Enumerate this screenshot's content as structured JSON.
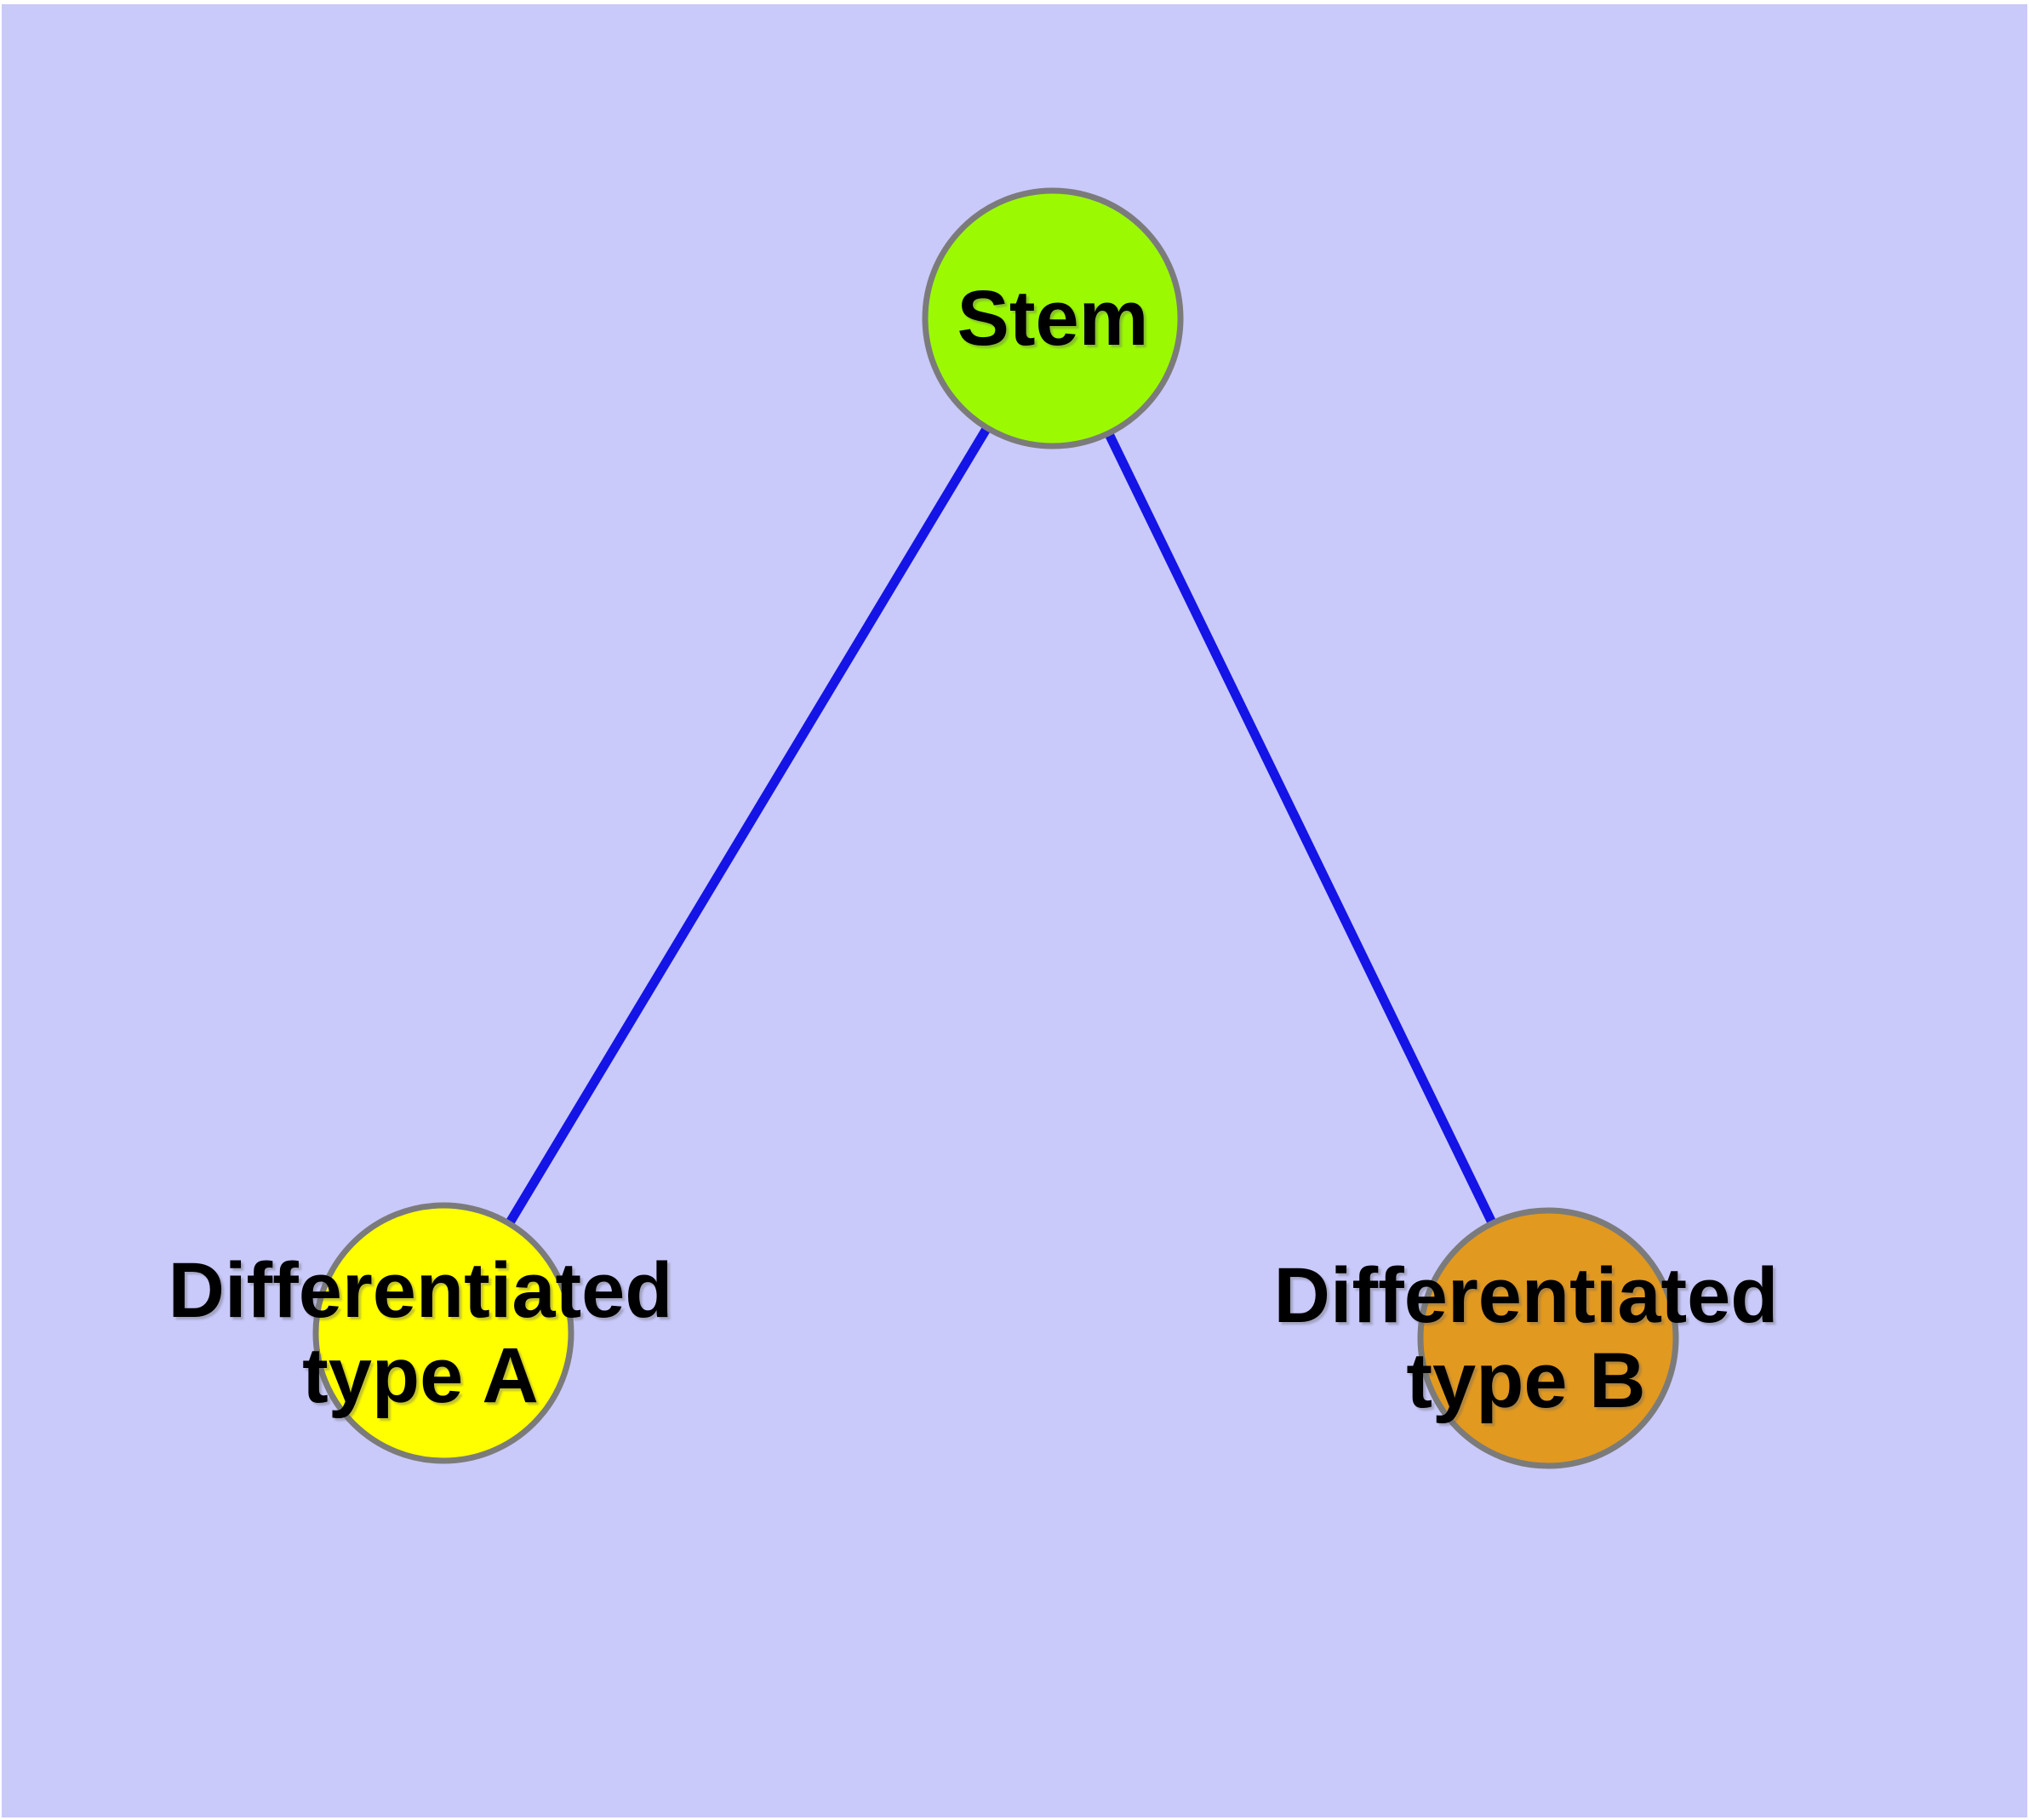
{
  "canvas": {
    "background_color": "#c9c9fa",
    "frame_color": "#ffffff"
  },
  "graph": {
    "nodes": [
      {
        "id": "stem",
        "label_lines": [
          "Stem"
        ],
        "fill": "#9bfa02",
        "border": "#7b7b7b"
      },
      {
        "id": "differentiated-type-a",
        "label_lines": [
          "Differentiated",
          "type A"
        ],
        "fill": "#ffff00",
        "border": "#7b7b7b"
      },
      {
        "id": "differentiated-type-b",
        "label_lines": [
          "Differentiated",
          "type B"
        ],
        "fill": "#e2991f",
        "border": "#7b7b7b"
      }
    ],
    "edges": [
      {
        "from": "stem",
        "to": "differentiated-type-a",
        "color": "#1414e6"
      },
      {
        "from": "stem",
        "to": "differentiated-type-b",
        "color": "#1414e6"
      }
    ]
  }
}
